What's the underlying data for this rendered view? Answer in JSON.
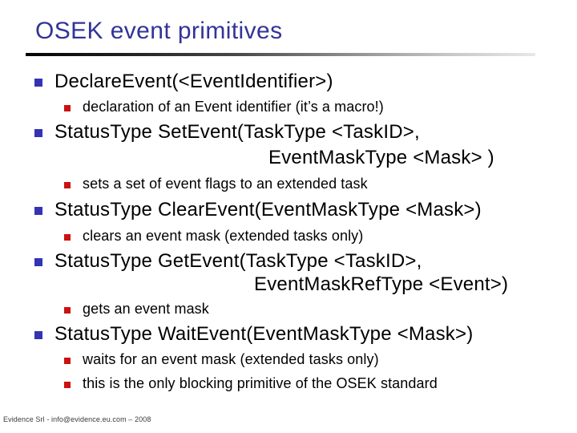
{
  "slide": {
    "title": "OSEK event primitives",
    "footer": "Evidence Srl - info@evidence.eu.com – 2008",
    "colors": {
      "title_text": "#333399",
      "body_text": "#000000",
      "level1_bullet": "#3333B3",
      "level2_bullet": "#CC1111",
      "background": "#FFFFFF",
      "divider_gradient_start": "#050505",
      "divider_gradient_end": "#E8E8E8"
    },
    "icons": {
      "level1_bullet": "blue-square-bullet-icon",
      "level2_bullet": "red-square-bullet-icon"
    },
    "items": [
      {
        "level": 1,
        "text": "DeclareEvent(<EventIdentifier>)"
      },
      {
        "level": 2,
        "text": "declaration of an Event identifier (it’s a macro!)"
      },
      {
        "level": 1,
        "text": "StatusType SetEvent(TaskType <TaskID>,"
      },
      {
        "level": "continuation",
        "text": "EventMaskType <Mask> )"
      },
      {
        "level": 2,
        "text": "sets a set of event flags to an extended task"
      },
      {
        "level": 1,
        "text": "StatusType ClearEvent(EventMaskType <Mask>)"
      },
      {
        "level": 2,
        "text": "clears an event mask (extended tasks only)"
      },
      {
        "level": 1,
        "text": "StatusType GetEvent(TaskType <TaskID>,"
      },
      {
        "level": "continuation",
        "text": "EventMaskRefType <Event>)"
      },
      {
        "level": 2,
        "text": "gets an event mask"
      },
      {
        "level": 1,
        "text": "StatusType WaitEvent(EventMaskType <Mask>)"
      },
      {
        "level": 2,
        "text": "waits for an event mask (extended tasks only)"
      },
      {
        "level": 2,
        "text": "this is the only blocking primitive of the OSEK standard"
      }
    ]
  }
}
